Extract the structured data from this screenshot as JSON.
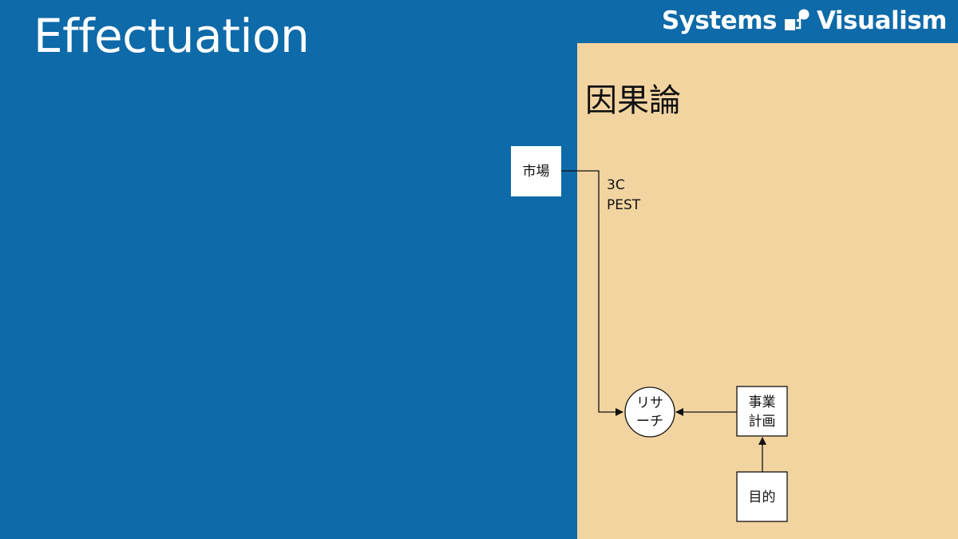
{
  "slide": {
    "title": "Effectuation"
  },
  "brand": {
    "left_word": "Systems",
    "right_word": "Visualism",
    "icon": "systems-visualism-logo-icon"
  },
  "panel": {
    "title": "因果論"
  },
  "diagram": {
    "nodes": {
      "market": "市場",
      "research_line1": "リサ",
      "research_line2": "ーチ",
      "business_plan_line1": "事業",
      "business_plan_line2": "計画",
      "purpose": "目的"
    },
    "annotation": {
      "line1": "3C",
      "line2": "PEST"
    }
  }
}
